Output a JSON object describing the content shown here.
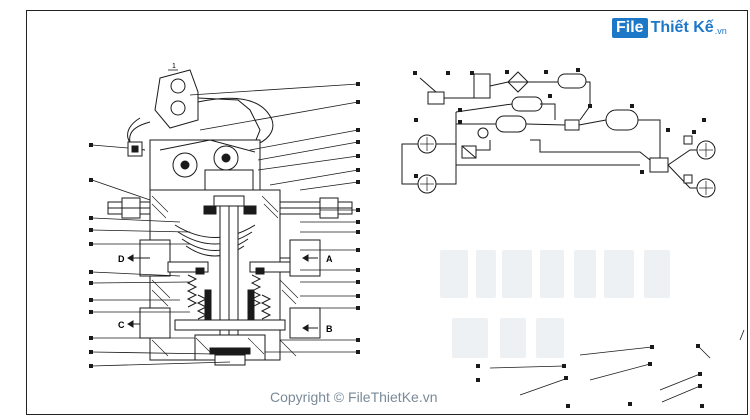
{
  "logo": {
    "icon_text": "File",
    "name": "Thiết Kế",
    "suffix": ".vn"
  },
  "copyright": "Copyright © FileThietKe.vn",
  "ports": {
    "a": "A",
    "b": "B",
    "c": "C",
    "d": "D"
  },
  "top_mark": "1",
  "colors": {
    "logo": "#1e78c8",
    "ink": "#1a1a1a",
    "watermark": "#7a8a99"
  }
}
